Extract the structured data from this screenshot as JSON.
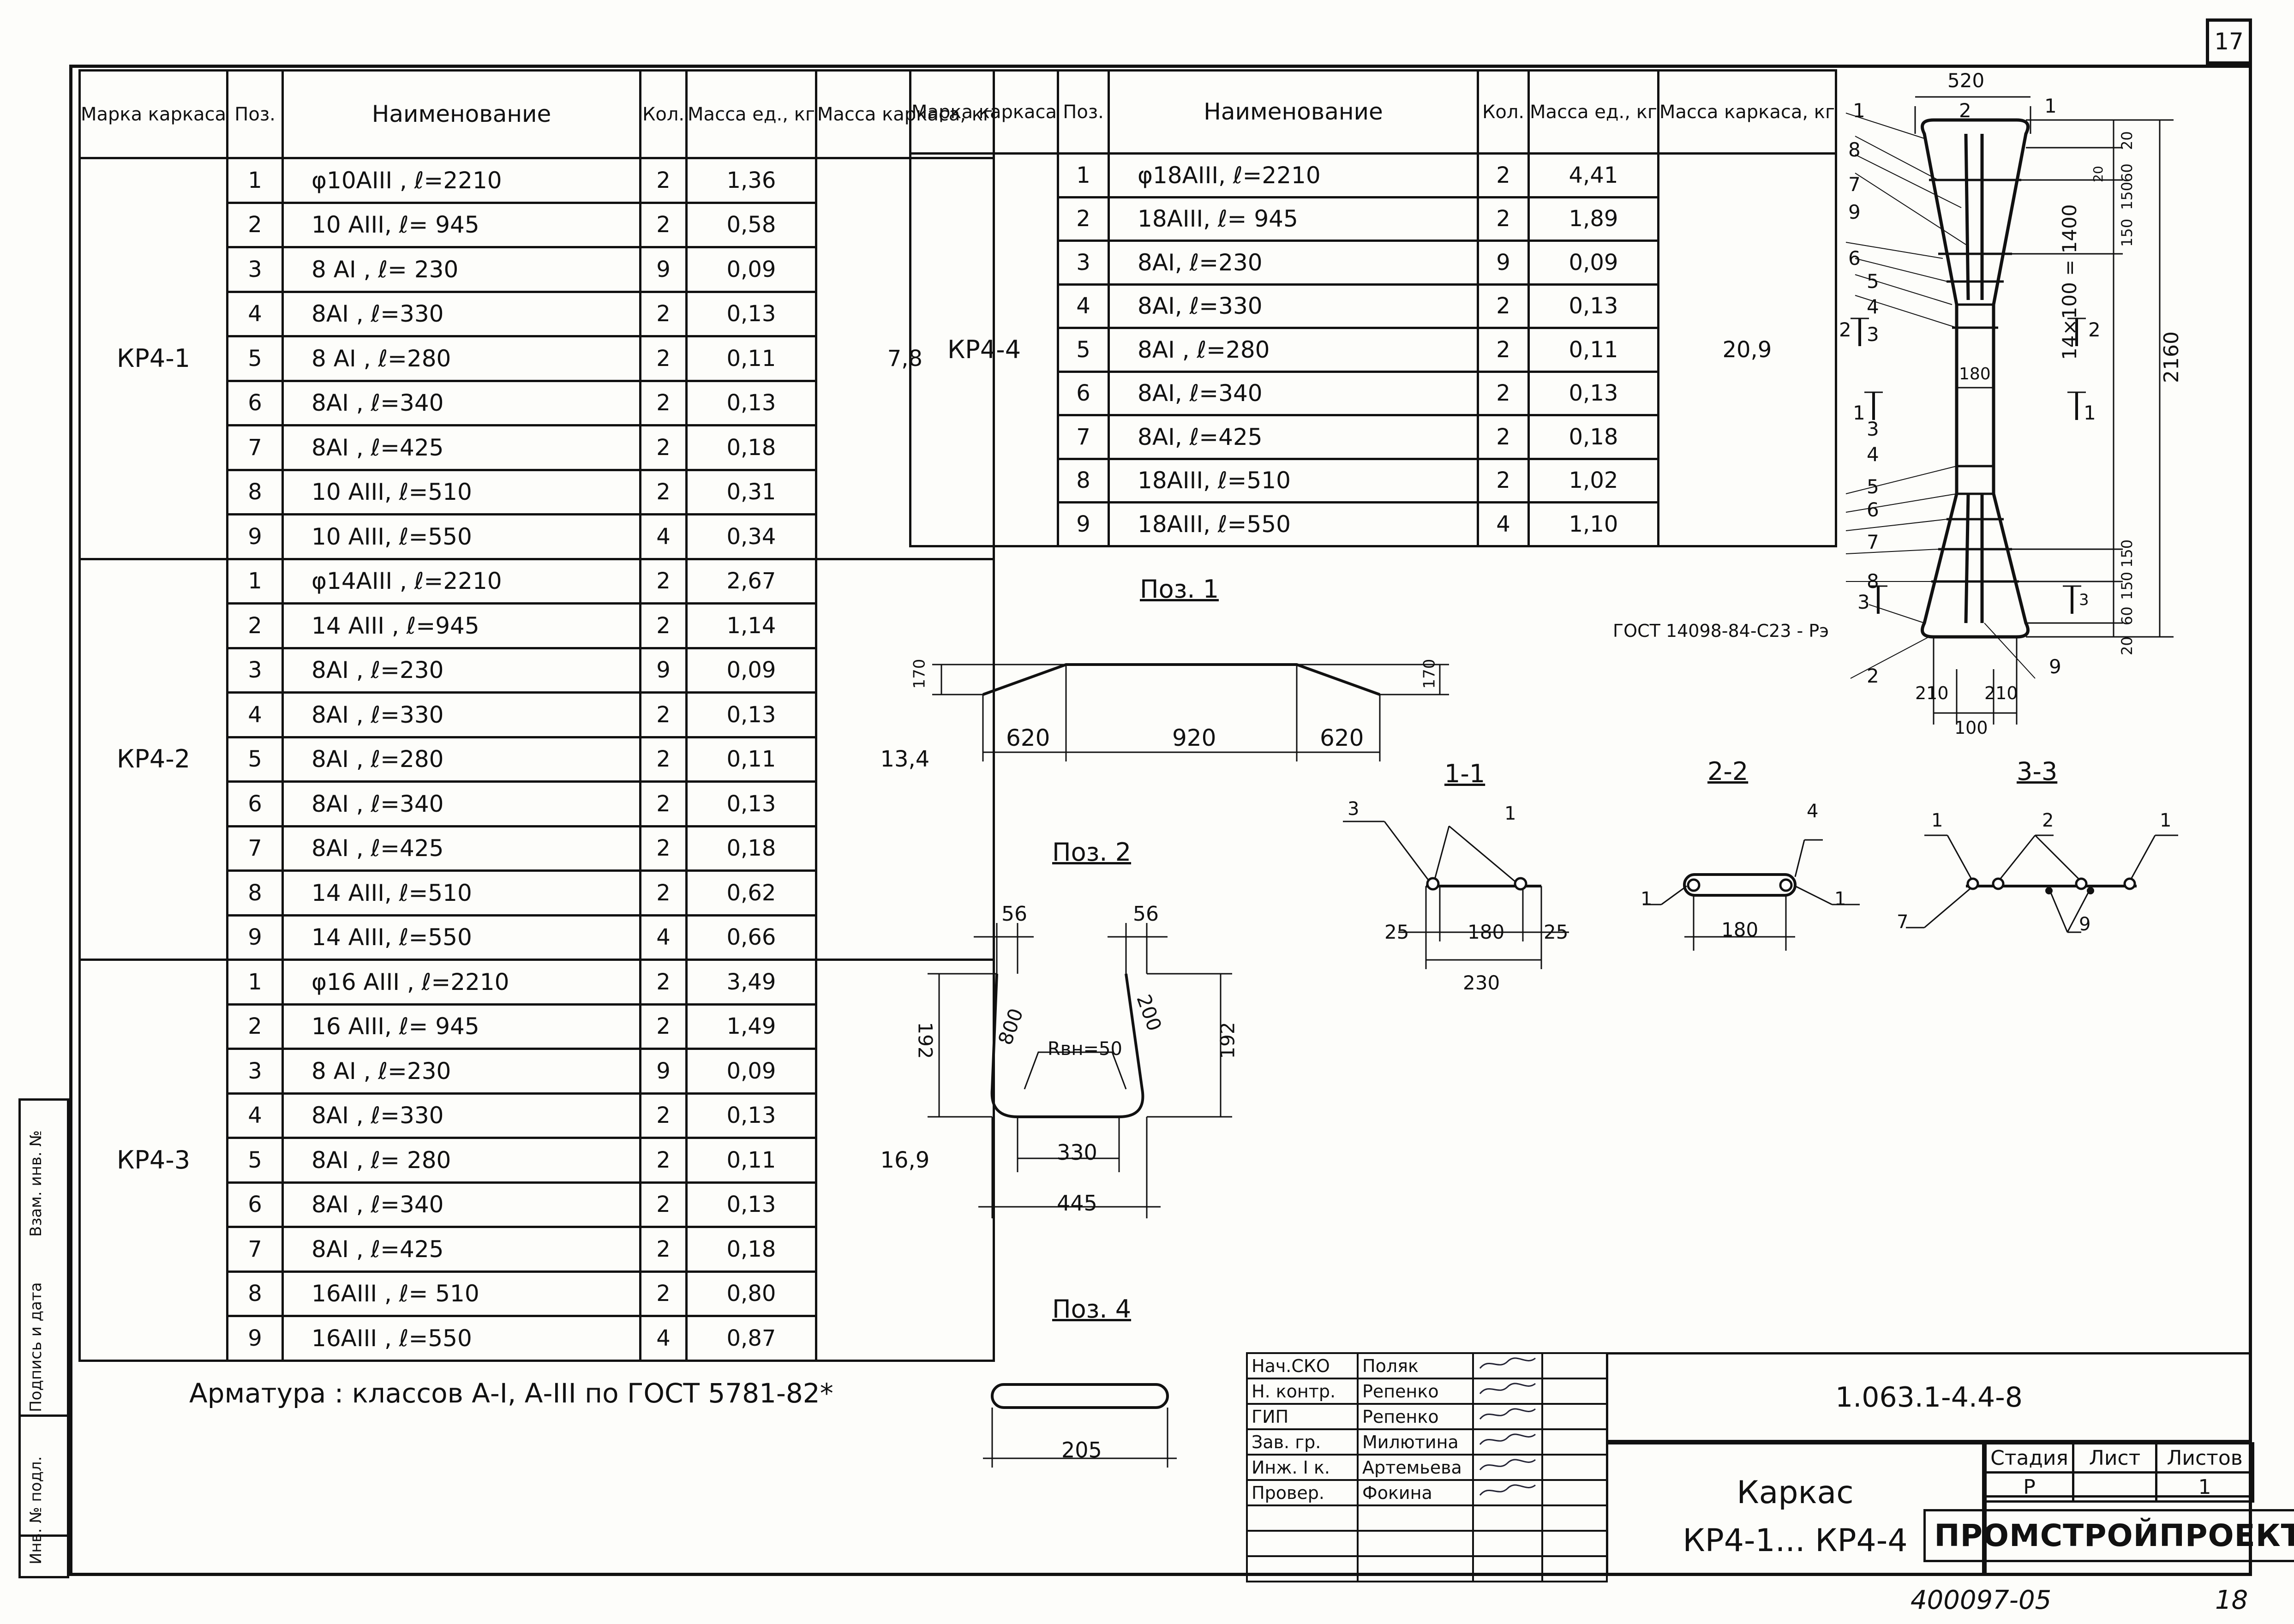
{
  "sheet_number": "17",
  "headers": {
    "mark": "Марка каркаса",
    "pos": "Поз.",
    "name": "Наименование",
    "qty": "Кол.",
    "mass_unit": "Масса ед., кг",
    "mass_frame": "Масса каркаса, кг"
  },
  "left_table": [
    {
      "mark": "КР4-1",
      "mass_frame": "7,8",
      "rows": [
        {
          "pos": "1",
          "name": "φ10АIII , ℓ=2210",
          "qty": "2",
          "mass": "1,36"
        },
        {
          "pos": "2",
          "name": "10 АIII, ℓ= 945",
          "qty": "2",
          "mass": "0,58"
        },
        {
          "pos": "3",
          "name": "8 АI ,  ℓ= 230",
          "qty": "9",
          "mass": "0,09"
        },
        {
          "pos": "4",
          "name": "8АI ,  ℓ=330",
          "qty": "2",
          "mass": "0,13"
        },
        {
          "pos": "5",
          "name": "8 АI ,  ℓ=280",
          "qty": "2",
          "mass": "0,11"
        },
        {
          "pos": "6",
          "name": "8АI ,  ℓ=340",
          "qty": "2",
          "mass": "0,13"
        },
        {
          "pos": "7",
          "name": "8АI ,  ℓ=425",
          "qty": "2",
          "mass": "0,18"
        },
        {
          "pos": "8",
          "name": "10 АIII,  ℓ=510",
          "qty": "2",
          "mass": "0,31"
        },
        {
          "pos": "9",
          "name": "10 АIII,  ℓ=550",
          "qty": "4",
          "mass": "0,34"
        }
      ]
    },
    {
      "mark": "КР4-2",
      "mass_frame": "13,4",
      "rows": [
        {
          "pos": "1",
          "name": "φ14АIII , ℓ=2210",
          "qty": "2",
          "mass": "2,67"
        },
        {
          "pos": "2",
          "name": "14 АIII , ℓ=945",
          "qty": "2",
          "mass": "1,14"
        },
        {
          "pos": "3",
          "name": "8АI ,  ℓ=230",
          "qty": "9",
          "mass": "0,09"
        },
        {
          "pos": "4",
          "name": "8АI ,  ℓ=330",
          "qty": "2",
          "mass": "0,13"
        },
        {
          "pos": "5",
          "name": "8АI ,  ℓ=280",
          "qty": "2",
          "mass": "0,11"
        },
        {
          "pos": "6",
          "name": "8АI ,  ℓ=340",
          "qty": "2",
          "mass": "0,13"
        },
        {
          "pos": "7",
          "name": "8АI ,   ℓ=425",
          "qty": "2",
          "mass": "0,18"
        },
        {
          "pos": "8",
          "name": "14 АIII,  ℓ=510",
          "qty": "2",
          "mass": "0,62"
        },
        {
          "pos": "9",
          "name": "14 АIII,  ℓ=550",
          "qty": "4",
          "mass": "0,66"
        }
      ]
    },
    {
      "mark": "КР4-3",
      "mass_frame": "16,9",
      "rows": [
        {
          "pos": "1",
          "name": "φ16 АIII , ℓ=2210",
          "qty": "2",
          "mass": "3,49"
        },
        {
          "pos": "2",
          "name": "16 АIII,  ℓ= 945",
          "qty": "2",
          "mass": "1,49"
        },
        {
          "pos": "3",
          "name": "8 АI ,  ℓ=230",
          "qty": "9",
          "mass": "0,09"
        },
        {
          "pos": "4",
          "name": "8АI ,  ℓ=330",
          "qty": "2",
          "mass": "0,13"
        },
        {
          "pos": "5",
          "name": "8АI ,  ℓ= 280",
          "qty": "2",
          "mass": "0,11"
        },
        {
          "pos": "6",
          "name": "8АI ,  ℓ=340",
          "qty": "2",
          "mass": "0,13"
        },
        {
          "pos": "7",
          "name": "8АI ,  ℓ=425",
          "qty": "2",
          "mass": "0,18"
        },
        {
          "pos": "8",
          "name": "16АIII ,  ℓ= 510",
          "qty": "2",
          "mass": "0,80"
        },
        {
          "pos": "9",
          "name": "16АIII ,  ℓ=550",
          "qty": "4",
          "mass": "0,87"
        }
      ]
    }
  ],
  "right_table": {
    "mark": "КР4-4",
    "mass_frame": "20,9",
    "rows": [
      {
        "pos": "1",
        "name": "φ18АIII,  ℓ=2210",
        "qty": "2",
        "mass": "4,41"
      },
      {
        "pos": "2",
        "name": "18АIII,  ℓ= 945",
        "qty": "2",
        "mass": "1,89"
      },
      {
        "pos": "3",
        "name": "8АI,  ℓ=230",
        "qty": "9",
        "mass": "0,09"
      },
      {
        "pos": "4",
        "name": "8АI,  ℓ=330",
        "qty": "2",
        "mass": "0,13"
      },
      {
        "pos": "5",
        "name": "8АI ,  ℓ=280",
        "qty": "2",
        "mass": "0,11"
      },
      {
        "pos": "6",
        "name": "8АI,  ℓ=340",
        "qty": "2",
        "mass": "0,13"
      },
      {
        "pos": "7",
        "name": "8АI,  ℓ=425",
        "qty": "2",
        "mass": "0,18"
      },
      {
        "pos": "8",
        "name": "18АIII,  ℓ=510",
        "qty": "2",
        "mass": "1,02"
      },
      {
        "pos": "9",
        "name": "18АIII,  ℓ=550",
        "qty": "4",
        "mass": "1,10"
      }
    ]
  },
  "note": "Арматура : классов А-I, А-III по ГОСТ 5781-82*",
  "drawings": {
    "pos1_title": "Поз. 1",
    "pos1_dims": {
      "left": "620",
      "mid": "920",
      "right": "620",
      "h_left": "170",
      "h_right": "170"
    },
    "pos2_title": "Поз. 2",
    "pos2_dims": {
      "top_left": "56",
      "top_right": "56",
      "h_left": "192",
      "h_right": "192",
      "slant_left": "800",
      "slant_right": "200",
      "radius": "Rвн=50",
      "bottom_inner": "330",
      "bottom_outer": "445"
    },
    "pos4_title": "Поз. 4",
    "pos4_dims": {
      "len": "205"
    },
    "sec11_title": "1-1",
    "sec11_dims": {
      "a": "25",
      "b": "180",
      "c": "25",
      "total": "230"
    },
    "sec22_title": "2-2",
    "sec22_dims": {
      "b": "180"
    },
    "sec33_title": "3-3",
    "main_dims": {
      "top": "520",
      "bottom": "100",
      "b_left": "210",
      "b_right": "210",
      "mid": "180",
      "spacing": "14×100 = 1400",
      "total": "2160",
      "d20a": "20",
      "d60a": "60",
      "d150a": "150",
      "d150b": "150",
      "d150c": "150",
      "d60b": "60",
      "d20b": "20",
      "d20c": "20",
      "d150d": "150"
    },
    "gost_label": "ГОСТ 14098-84-С23 - Рэ",
    "section_marks": [
      "1",
      "1",
      "2",
      "2",
      "3",
      "3"
    ],
    "pos_callouts": [
      "1",
      "2",
      "1",
      "8",
      "7",
      "9",
      "6",
      "5",
      "4",
      "3",
      "3",
      "4",
      "5",
      "6",
      "7",
      "8",
      "2",
      "9"
    ]
  },
  "stamp": {
    "rows": [
      {
        "role": "Нач.СКО",
        "name": "Поляк"
      },
      {
        "role": "Н. контр.",
        "name": "Репенко"
      },
      {
        "role": "ГИП",
        "name": "Репенко"
      },
      {
        "role": "Зав. гр.",
        "name": "Милютина"
      },
      {
        "role": "Инж. I к.",
        "name": "Артемьева"
      },
      {
        "role": "Провер.",
        "name": "Фокина"
      }
    ],
    "code": "1.063.1-4.4-8",
    "title_line1": "Каркас",
    "title_line2": "КР4-1... КР4-4",
    "stage_h": "Стадия",
    "sheet_h": "Лист",
    "sheets_h": "Листов",
    "stage": "Р",
    "sheet": "",
    "sheets": "1",
    "org": "ПРОМСТРОЙПРОЕКТ"
  },
  "side": {
    "inv_orig": "Инв. № подл.",
    "sign_date": "Подпись и дата",
    "inv_repl": "Взам. инв. №"
  },
  "footer": {
    "archive": "400097-05",
    "page": "18"
  }
}
